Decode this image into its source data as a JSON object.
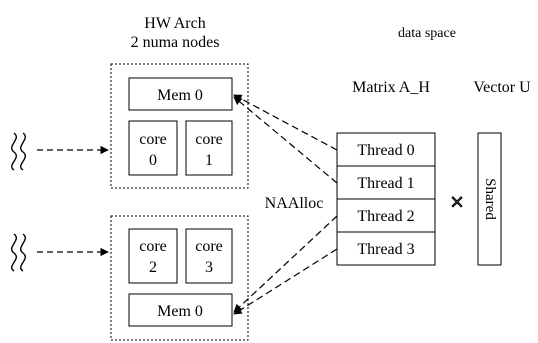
{
  "hw_arch": {
    "title_line1": "HW Arch",
    "title_line2": "2 numa nodes"
  },
  "data_space": {
    "title": "data space",
    "matrix_label": "Matrix A_H",
    "vector_label": "Vector U",
    "vector_content": "Shared",
    "threads": [
      "Thread 0",
      "Thread 1",
      "Thread 2",
      "Thread 3"
    ]
  },
  "allocation_label": "NAAlloc",
  "nodes": [
    {
      "mem_label": "Mem 0",
      "cores": [
        {
          "name": "core",
          "index": "0"
        },
        {
          "name": "core",
          "index": "1"
        }
      ]
    },
    {
      "mem_label": "Mem 0",
      "cores": [
        {
          "name": "core",
          "index": "2"
        },
        {
          "name": "core",
          "index": "3"
        }
      ]
    }
  ],
  "operator_symbol": "×"
}
